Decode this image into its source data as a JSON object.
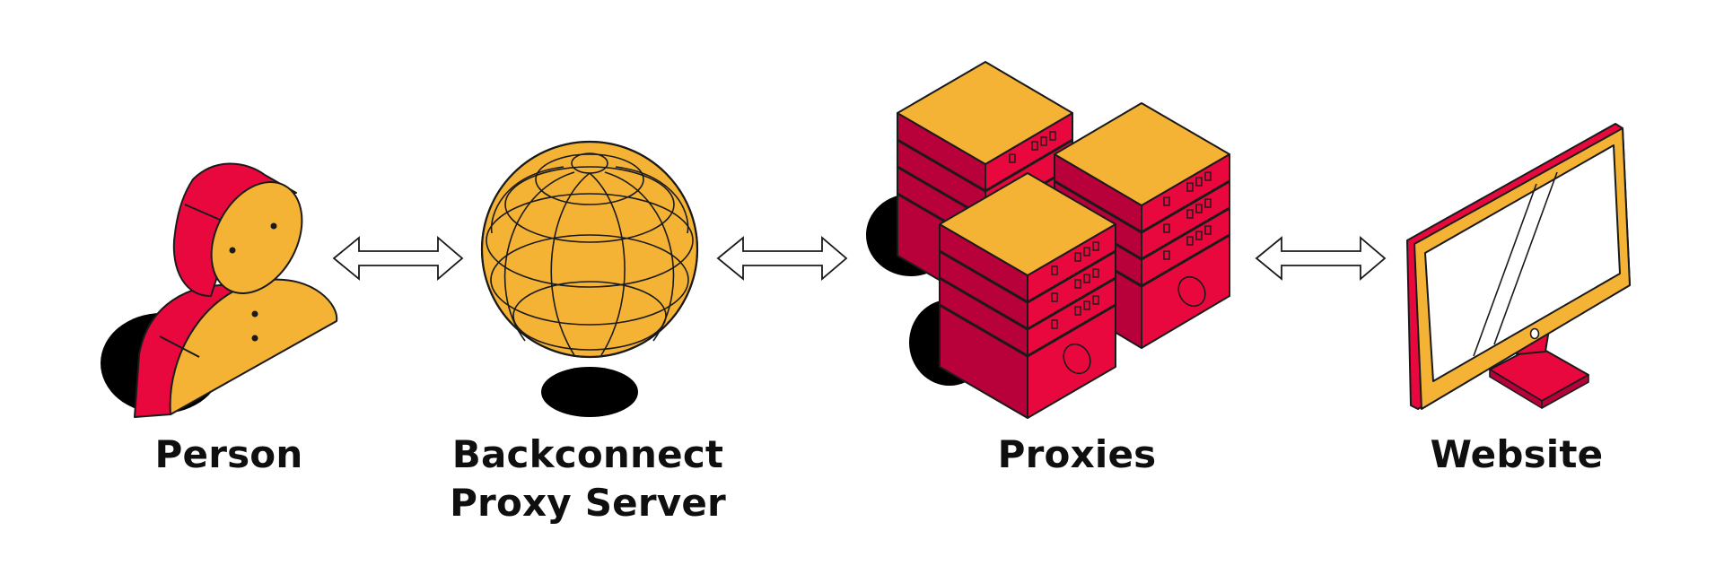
{
  "nodes": {
    "person": {
      "label": "Person"
    },
    "server": {
      "line1": "Backconnect",
      "line2": "Proxy Server"
    },
    "proxies": {
      "label": "Proxies"
    },
    "website": {
      "label": "Website"
    }
  },
  "edges": [
    {
      "from": "person",
      "to": "server",
      "direction": "bidirectional"
    },
    {
      "from": "server",
      "to": "proxies",
      "direction": "bidirectional"
    },
    {
      "from": "proxies",
      "to": "website",
      "direction": "bidirectional"
    }
  ],
  "colors": {
    "accent_red": "#e8083e",
    "dark_red": "#b8003a",
    "accent_yellow": "#f5b335",
    "outline": "#1a1a1a",
    "shadow": "#000000"
  },
  "icons": {
    "person": "person-icon",
    "server": "globe-icon",
    "proxies": "server-stack-icon",
    "website": "monitor-icon"
  }
}
